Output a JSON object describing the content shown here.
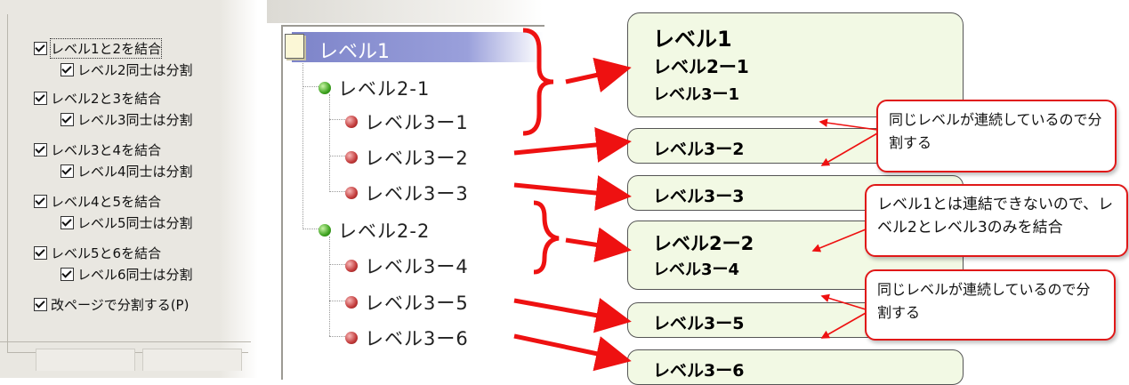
{
  "options": {
    "items": [
      {
        "label": "レベル1と2を結合",
        "checked": true,
        "focused": true
      },
      {
        "label": "レベル2同士は分割",
        "checked": true
      },
      {
        "label": "レベル2と3を結合",
        "checked": true
      },
      {
        "label": "レベル3同士は分割",
        "checked": true
      },
      {
        "label": "レベル3と4を結合",
        "checked": true
      },
      {
        "label": "レベル4同士は分割",
        "checked": true
      },
      {
        "label": "レベル4と5を結合",
        "checked": true
      },
      {
        "label": "レベル5同士は分割",
        "checked": true
      },
      {
        "label": "レベル5と6を結合",
        "checked": true
      },
      {
        "label": "レベル6同士は分割",
        "checked": true
      },
      {
        "label": "改ページで分割する(P)",
        "checked": true
      }
    ]
  },
  "tree": {
    "root": "レベル1",
    "nodes": [
      {
        "label": "レベル2-1",
        "type": "green"
      },
      {
        "label": "レベル3ー1",
        "type": "red"
      },
      {
        "label": "レベル3ー2",
        "type": "red"
      },
      {
        "label": "レベル3ー3",
        "type": "red"
      },
      {
        "label": "レベル2-2",
        "type": "green"
      },
      {
        "label": "レベル3ー4",
        "type": "red"
      },
      {
        "label": "レベル3ー5",
        "type": "red"
      },
      {
        "label": "レベル3ー6",
        "type": "red"
      }
    ]
  },
  "results": {
    "box1": [
      "レベル1",
      "レベル2ー1",
      "レベル3ー1"
    ],
    "box2": [
      "レベル3ー2"
    ],
    "box3": [
      "レベル3ー3"
    ],
    "box4": [
      "レベル2ー2",
      "レベル3ー4"
    ],
    "box5": [
      "レベル3ー5"
    ],
    "box6": [
      "レベル3ー6"
    ]
  },
  "notes": {
    "note1": "同じレベルが連続しているので分割する",
    "note2": "レベル1とは連結できないので、レベル2とレベル3のみを結合",
    "note3": "同じレベルが連続しているので分割する"
  },
  "colors": {
    "arrow": "#ee1111",
    "box_fill": "#f2f9e4",
    "root_highlight": "#7d84c9"
  }
}
